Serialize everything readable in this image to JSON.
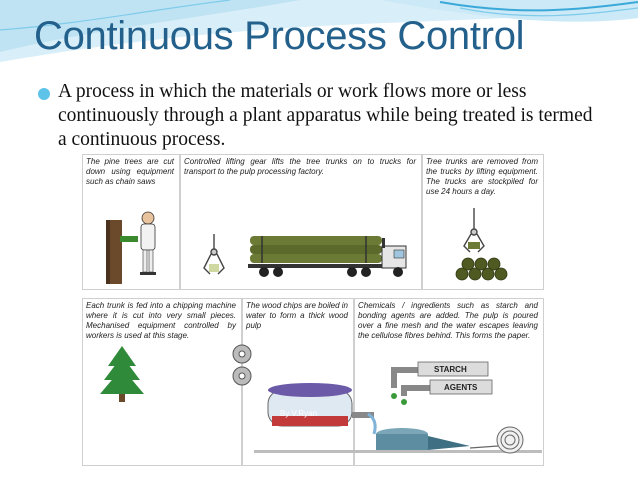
{
  "slide": {
    "title": "Continuous Process Control",
    "bullet": "A process in which the materials or  work flows more or less continuously through a plant apparatus while being treated is termed a continuous process.",
    "theme_colors": {
      "title": "#23618c",
      "bullet": "#5ec3e8",
      "swoosh": "#3aa9d9"
    }
  },
  "figure": {
    "captions": {
      "trees": "The pine trees are cut down using equipment such as chain saws",
      "lifting": "Controlled lifting gear lifts the tree trunks on to trucks for transport to the pulp processing factory.",
      "stockpile": "Tree trunks are removed from the trucks by lifting equipment. The trucks are stockpiled for use 24 hours a day.",
      "chipping": "Each trunk is fed into a chipping machine where it is cut into very small pieces. Mechanised equipment controlled by workers is used at this stage.",
      "pulp": "The wood chips are boiled in water to form a thick wood pulp",
      "chemicals": "Chemicals / ingredients such as starch and bonding agents are added. The pulp is poured over a fine mesh and the water escapes leaving the cellulose fibres behind. This forms the paper."
    },
    "labels": {
      "starch": "STARCH",
      "agents": "AGENTS",
      "credit": "By V.Ryan"
    }
  }
}
